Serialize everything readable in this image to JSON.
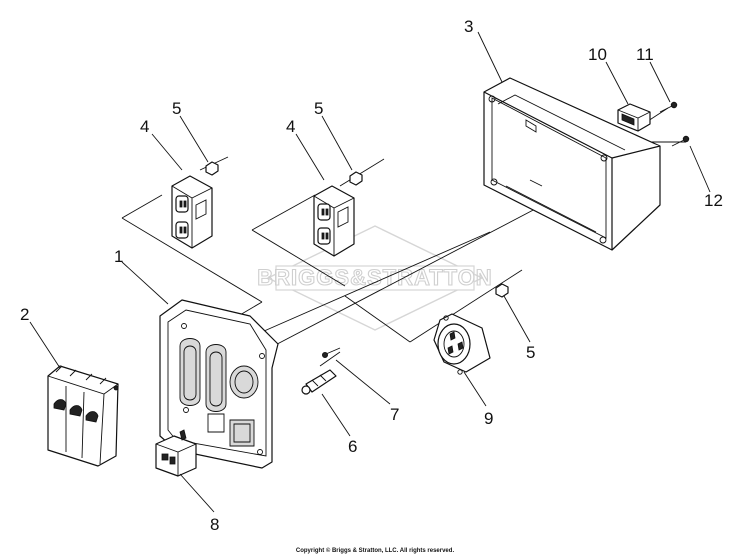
{
  "watermark": "BRIGGS&STRATTON",
  "copyright": "Copyright © Briggs & Stratton, LLC. All rights reserved.",
  "callouts": {
    "c1": "1",
    "c2": "2",
    "c3": "3",
    "c4a": "4",
    "c4b": "4",
    "c5a": "5",
    "c5b": "5",
    "c5c": "5",
    "c6": "6",
    "c7": "7",
    "c8": "8",
    "c9": "9",
    "c10": "10",
    "c11": "11",
    "c12": "12"
  }
}
